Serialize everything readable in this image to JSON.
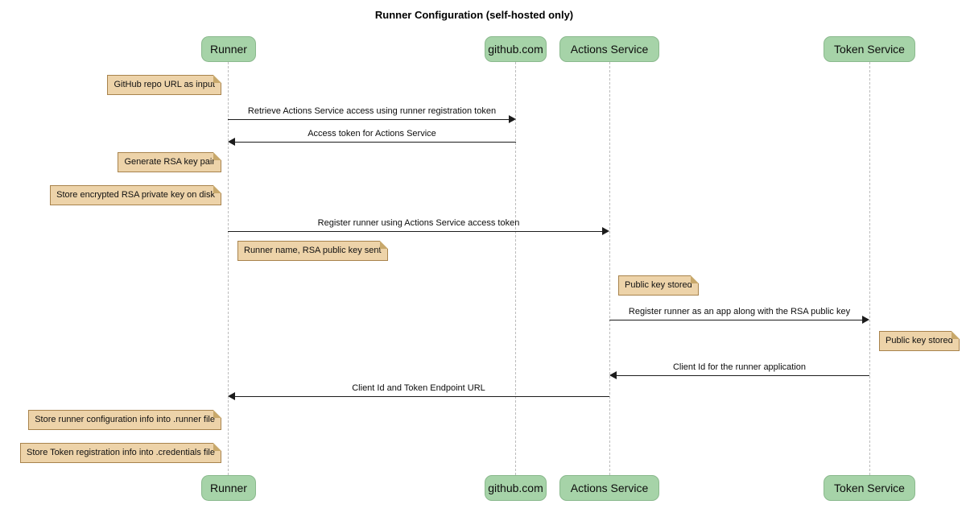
{
  "diagram": {
    "title": "Runner Configuration (self-hosted only)"
  },
  "participants": [
    {
      "name": "Runner"
    },
    {
      "name": "github.com"
    },
    {
      "name": "Actions Service"
    },
    {
      "name": "Token Service"
    }
  ],
  "notes": [
    {
      "text": "GitHub repo URL as input",
      "position": "left of Runner"
    },
    {
      "text": "Generate RSA key pair",
      "position": "left of Runner"
    },
    {
      "text": "Store encrypted RSA private key on disk",
      "position": "left of Runner"
    },
    {
      "text": "Runner name, RSA public key sent",
      "position": "right of Runner"
    },
    {
      "text": "Public key stored",
      "position": "right of Actions Service"
    },
    {
      "text": "Public key stored",
      "position": "right of Token Service"
    },
    {
      "text": "Store runner configuration info into .runner file",
      "position": "left of Runner"
    },
    {
      "text": "Store Token registration info into .credentials file",
      "position": "left of Runner"
    }
  ],
  "messages": [
    {
      "from": "Runner",
      "to": "github.com",
      "label": "Retrieve Actions Service access using runner registration token"
    },
    {
      "from": "github.com",
      "to": "Runner",
      "label": "Access token for Actions Service"
    },
    {
      "from": "Runner",
      "to": "Actions Service",
      "label": "Register runner using Actions Service access token"
    },
    {
      "from": "Actions Service",
      "to": "Token Service",
      "label": "Register runner as an app along with the RSA public key"
    },
    {
      "from": "Token Service",
      "to": "Actions Service",
      "label": "Client Id for the runner application"
    },
    {
      "from": "Actions Service",
      "to": "Runner",
      "label": "Client Id and Token Endpoint URL"
    }
  ],
  "colors": {
    "participant_fill": "#A6D3A8",
    "participant_border": "#8AB98D",
    "note_fill": "#EDD3A9",
    "note_border": "#A8834C",
    "note_fold": "#C8A86B",
    "lifeline": "#BCBCBC",
    "arrow": "#1C1C1C"
  }
}
